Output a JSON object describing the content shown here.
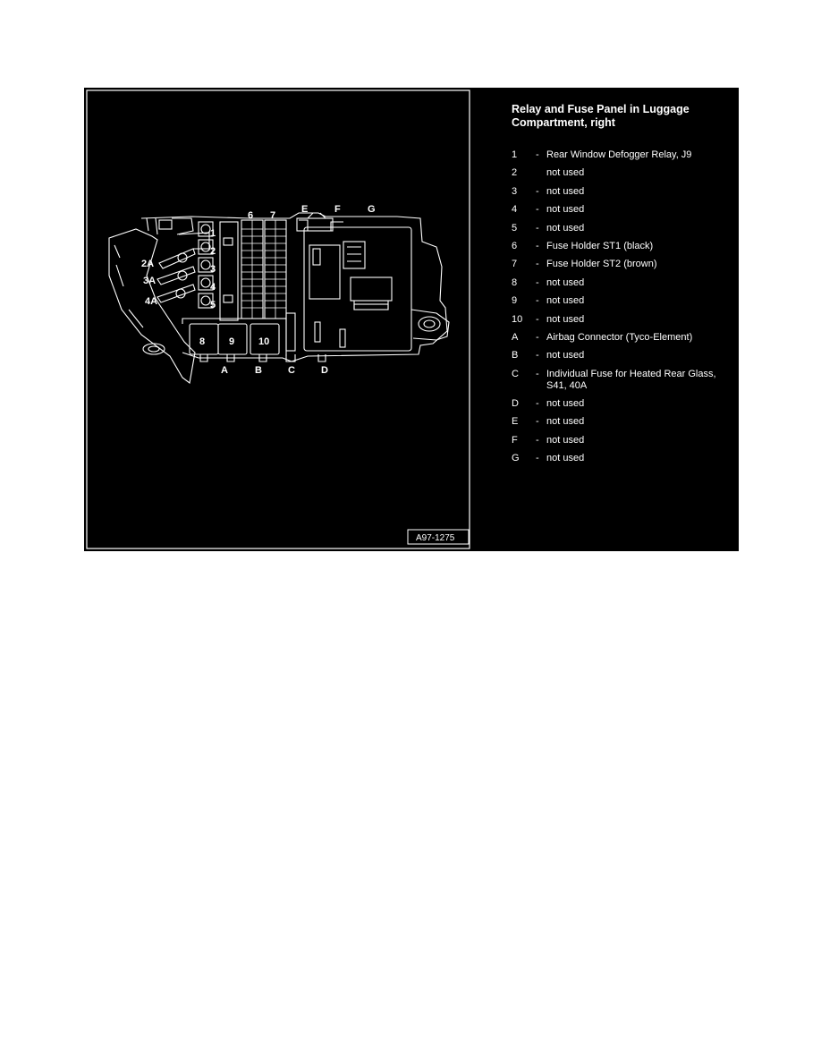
{
  "legend": {
    "title": "Relay and Fuse Panel in Luggage Compartment, right",
    "items": [
      {
        "key": "1",
        "dash": "-",
        "text": "Rear Window Defogger Relay, J9"
      },
      {
        "key": "2",
        "dash": "",
        "text": "not used"
      },
      {
        "key": "3",
        "dash": "-",
        "text": "not used"
      },
      {
        "key": "4",
        "dash": "-",
        "text": "not used"
      },
      {
        "key": "5",
        "dash": "-",
        "text": "not used"
      },
      {
        "key": "6",
        "dash": "-",
        "text": "Fuse Holder ST1 (black)"
      },
      {
        "key": "7",
        "dash": "-",
        "text": "Fuse Holder ST2 (brown)"
      },
      {
        "key": "8",
        "dash": "-",
        "text": "not used"
      },
      {
        "key": "9",
        "dash": "-",
        "text": "not used"
      },
      {
        "key": "10",
        "dash": "-",
        "text": "not used"
      },
      {
        "key": "A",
        "dash": "-",
        "text": "Airbag Connector (Tyco-Element)"
      },
      {
        "key": "B",
        "dash": "-",
        "text": "not used"
      },
      {
        "key": "C",
        "dash": "-",
        "text": "Individual Fuse for Heated Rear Glass, S41, 40A"
      },
      {
        "key": "D",
        "dash": "-",
        "text": "not used"
      },
      {
        "key": "E",
        "dash": "-",
        "text": "not used"
      },
      {
        "key": "F",
        "dash": "-",
        "text": "not used"
      },
      {
        "key": "G",
        "dash": "-",
        "text": "not used"
      }
    ]
  },
  "diagram": {
    "figure_id": "A97-1275",
    "labels": {
      "relay_1": "1",
      "relay_2": "2",
      "relay_3": "3",
      "relay_4": "4",
      "relay_5": "5",
      "mount_2a": "2A",
      "mount_3a": "3A",
      "mount_4a": "4A",
      "fuse_holder_6": "6",
      "fuse_holder_7": "7",
      "relay_8": "8",
      "relay_9": "9",
      "relay_10": "10",
      "conn_A": "A",
      "conn_B": "B",
      "conn_C": "C",
      "conn_D": "D",
      "conn_E": "E",
      "conn_F": "F",
      "conn_G": "G"
    }
  },
  "colors": {
    "background": "#000000",
    "lines": "#ffffff",
    "page": "#ffffff"
  }
}
